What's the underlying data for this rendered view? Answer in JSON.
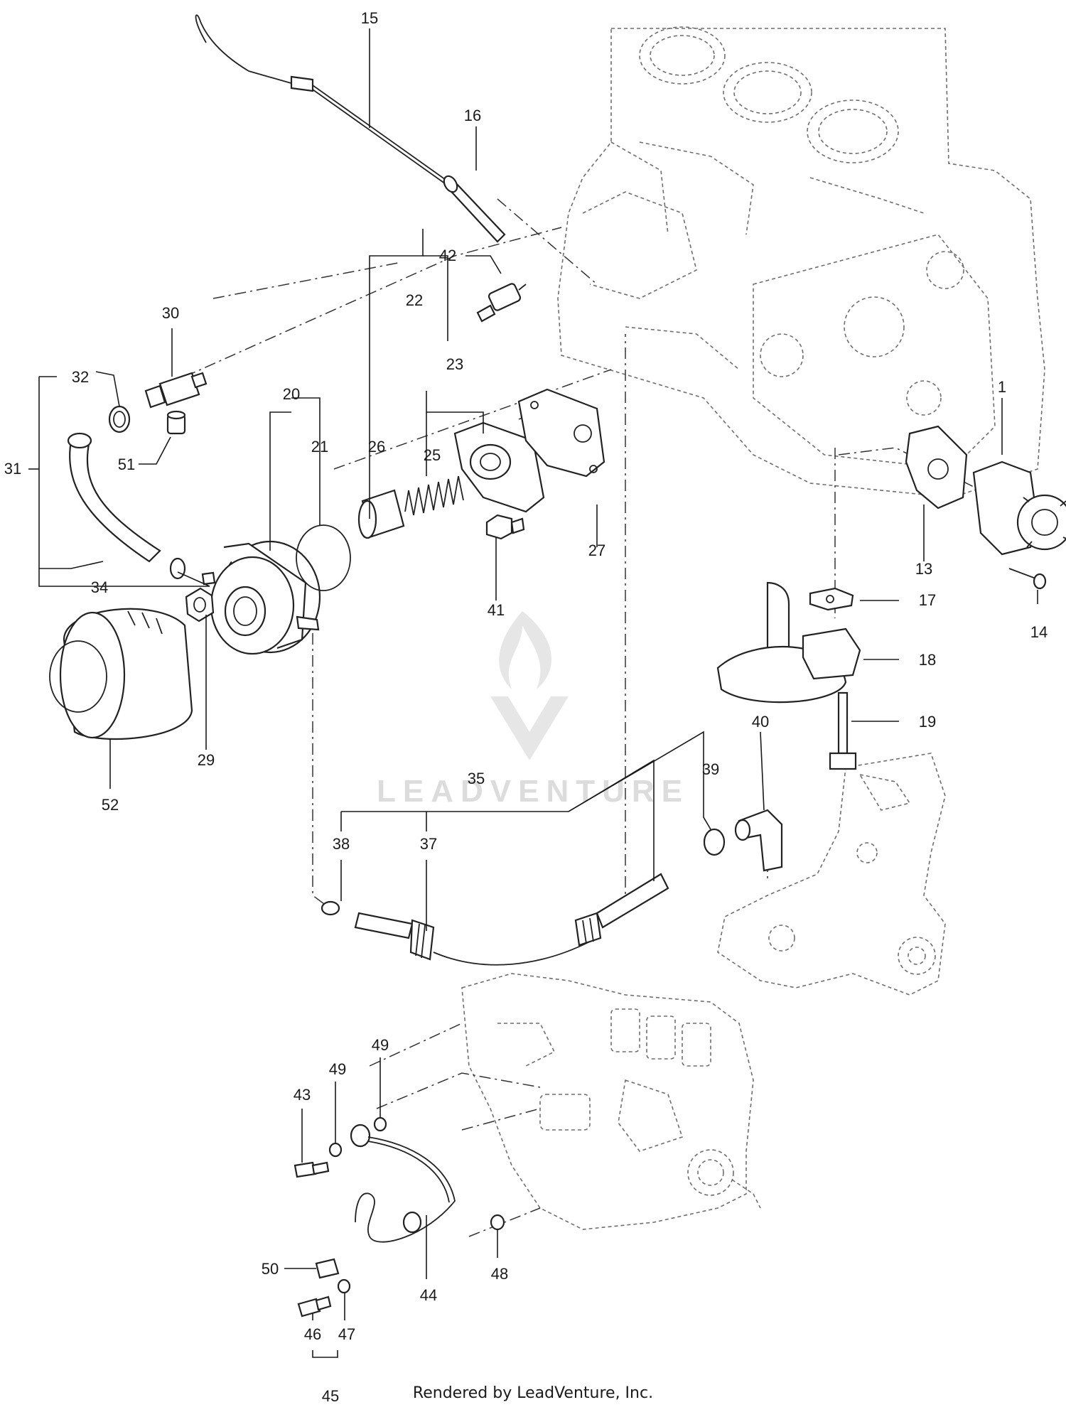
{
  "callouts": {
    "c1": "1",
    "c13": "13",
    "c14": "14",
    "c15": "15",
    "c16": "16",
    "c17": "17",
    "c18": "18",
    "c19": "19",
    "c20": "20",
    "c21": "21",
    "c22": "22",
    "c23": "23",
    "c25": "25",
    "c26": "26",
    "c27": "27",
    "c29": "29",
    "c30": "30",
    "c31": "31",
    "c32": "32",
    "c34": "34",
    "c35": "35",
    "c37": "37",
    "c38": "38",
    "c39": "39",
    "c40": "40",
    "c41": "41",
    "c42": "42",
    "c43": "43",
    "c44": "44",
    "c45": "45",
    "c46": "46",
    "c47": "47",
    "c48": "48",
    "c49a": "49",
    "c49b": "49",
    "c50": "50",
    "c51": "51",
    "c52": "52"
  },
  "watermark": {
    "text": "LEADVENTURE"
  },
  "footer": {
    "text": "Rendered by LeadVenture, Inc."
  },
  "colors": {
    "ink": "#1a1a1a",
    "ghost": "#6e6e6e",
    "watermark": "#dcdcdc"
  }
}
